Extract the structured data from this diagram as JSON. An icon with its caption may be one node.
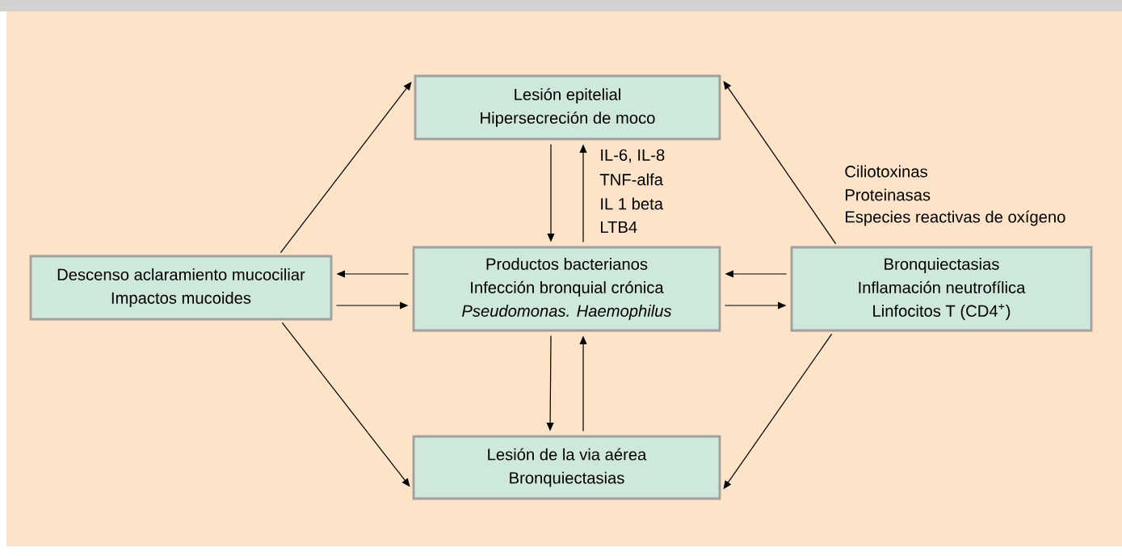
{
  "diagram": {
    "nodes": [
      {
        "text": [
          "Lesión epitelial",
          "Hipersecreción de moco"
        ]
      },
      {
        "text": [
          "Descenso aclaramiento mucociliar",
          "Impactos mucoides"
        ]
      },
      {
        "text": [
          "Productos bacterianos",
          "Infección bronquial crónica",
          "Pseudomonas. Haemophilus"
        ]
      },
      {
        "text": [
          "Bronquiectasias",
          "Inflamación neutrofílica",
          "Linfocitos T (CD4$^{+}$)"
        ]
      },
      {
        "text": [
          "Lesión de la via aérea",
          "Bronquiectasias"
        ]
      }
    ],
    "edges": [
      {
        "from": 1,
        "to": 0,
        "arrow": "to"
      },
      {
        "from": 1,
        "to": 4,
        "arrow": "to"
      },
      {
        "from": 0,
        "to": 2,
        "arrow": "to"
      },
      {
        "from": 2,
        "to": 0,
        "arrow": "to"
      },
      {
        "from": 2,
        "to": 1,
        "arrow": "to"
      },
      {
        "from": 1,
        "to": 2,
        "arrow": "to"
      },
      {
        "from": 3,
        "to": 2,
        "arrow": "to"
      },
      {
        "from": 2,
        "to": 3,
        "arrow": "to"
      },
      {
        "from": 3,
        "to": 0,
        "arrow": "to"
      },
      {
        "from": 3,
        "to": 4,
        "arrow": "to"
      },
      {
        "from": 2,
        "to": 4,
        "arrow": "to"
      },
      {
        "from": 4,
        "to": 2,
        "arrow": "to"
      }
    ],
    "labels": [
      "IL-6, IL-8",
      "TNF-alfa",
      "IL 1 beta",
      "LTB4",
      "Ciliotoxinas",
      "Proteinasas",
      "Especies reactivas de oxígeno"
    ]
  }
}
